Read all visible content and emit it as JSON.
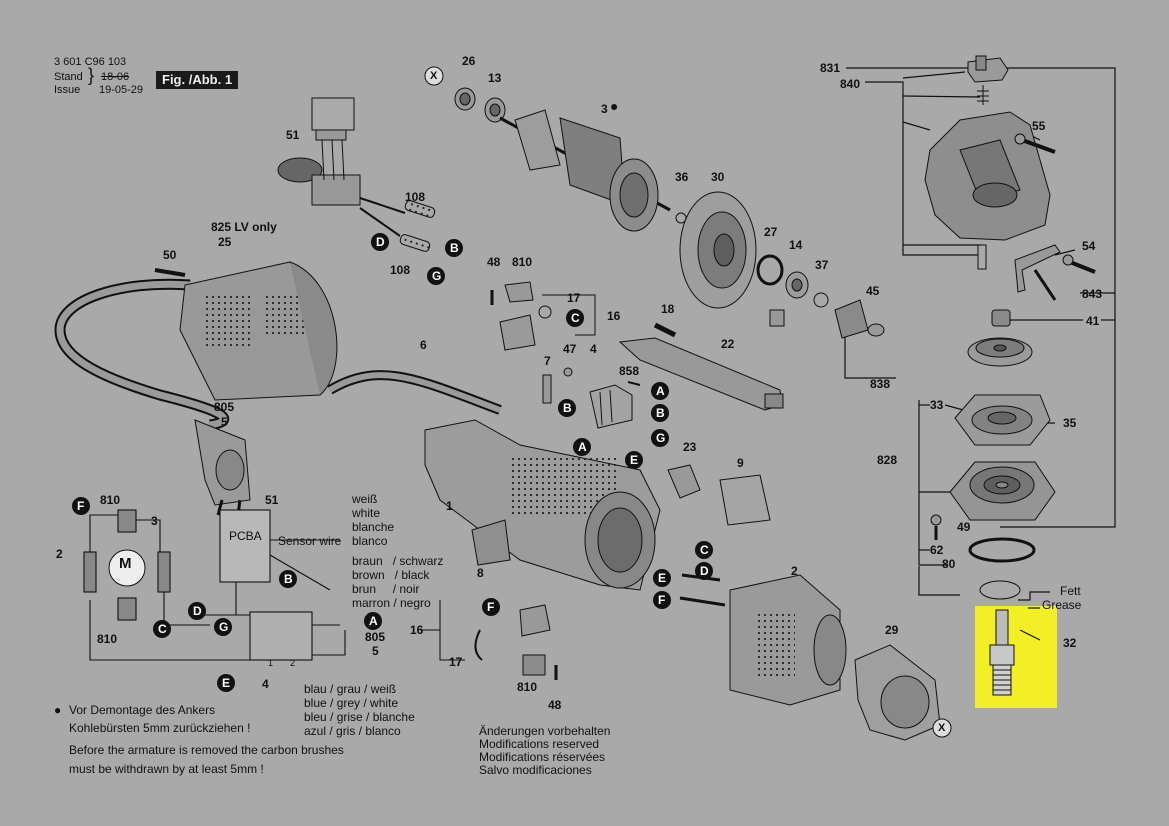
{
  "header": {
    "part_number": "3 601 C96 103",
    "stand_label": "Stand",
    "issue_label": "Issue",
    "old_date": "18-06",
    "new_date": "19-05-29",
    "figure_label": "Fig. /Abb. 1"
  },
  "callouts": {
    "p831": "831",
    "p840": "840",
    "p55": "55",
    "p54": "54",
    "p843": "843",
    "p41": "41",
    "p45": "45",
    "p838": "838",
    "p33": "33",
    "p35": "35",
    "p828": "828",
    "p49": "49",
    "p62": "62",
    "p80": "80",
    "p32": "32",
    "p26": "26",
    "p13": "13",
    "p3": "3",
    "p36": "36",
    "p30": "30",
    "p27": "27",
    "p14": "14",
    "p37": "37",
    "p51a": "51",
    "p108a": "108",
    "p108b": "108",
    "p825": "825  LV only",
    "p25": "25",
    "p50": "50",
    "p48a": "48",
    "p810a": "810",
    "p17a": "17",
    "p16a": "16",
    "p18": "18",
    "p22": "22",
    "p7": "7",
    "p47": "47",
    "p4a": "4",
    "p858": "858",
    "p6": "6",
    "p805a": "805",
    "p5a": "5",
    "p23": "23",
    "p9": "9",
    "p1": "1",
    "p8": "8",
    "p2a": "2",
    "p29": "29",
    "p16b": "16",
    "p17b": "17",
    "p810b": "810",
    "p48b": "48",
    "w810a": "810",
    "w3": "3",
    "w2": "2",
    "w810b": "810",
    "w51": "51",
    "w4": "4",
    "w805": "805",
    "w5": "5"
  },
  "markers": {
    "x": "X",
    "a": "A",
    "b": "B",
    "c": "C",
    "d": "D",
    "e": "E",
    "f": "F",
    "g": "G",
    "m": "M"
  },
  "wiring": {
    "pcba": "PCBA",
    "sensor_wire": "Sensor wire",
    "white": [
      "weiß",
      "white",
      "blanche",
      "blanco"
    ],
    "brown_black": [
      "braun   / schwarz",
      "brown   / black",
      "brun     / noir",
      "marron / negro"
    ],
    "blue_grey_white": [
      "blau / grau / weiß",
      "blue / grey / white",
      "bleu / grise / blanche",
      "azul / gris / blanco"
    ],
    "switch_1": "1",
    "switch_2": "2"
  },
  "grease": [
    "Fett",
    "Grease"
  ],
  "notes": {
    "de": [
      "Vor Demontage des Ankers",
      "Kohlebürsten 5mm zurückziehen !"
    ],
    "en": [
      "Before the armature is removed the carbon brushes",
      "must be withdrawn by at least 5mm !"
    ]
  },
  "modifications": [
    "Änderungen vorbehalten",
    "Modifications reserved",
    "Modifications réservées",
    "Salvo modificaciones"
  ],
  "colors": {
    "background": "#a9a9a9",
    "highlight": "#f2ef24",
    "ink": "#111111",
    "part_fill": "#8f8f8f",
    "part_dark": "#555555"
  }
}
